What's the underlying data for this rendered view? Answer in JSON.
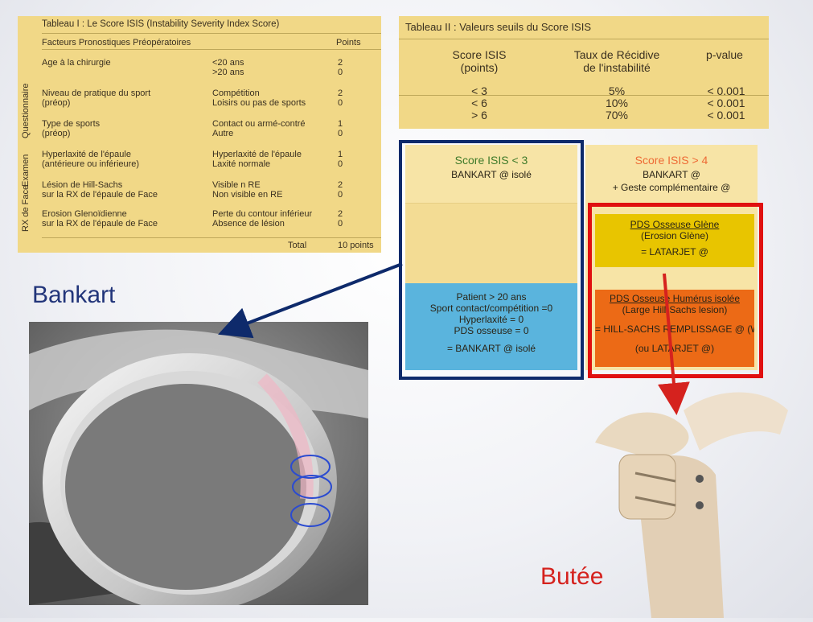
{
  "table1": {
    "title": "Tableau I : Le Score ISIS (Instability Severity Index Score)",
    "header_factor": "Facteurs Pronostiques Préopératoires",
    "header_points": "Points",
    "groups": [
      "Questionnaire",
      "Examen",
      "RX de Face"
    ],
    "rows": [
      {
        "factor": "Age à la chirurgie",
        "criteria": "<20 ans\n>20 ans",
        "points": "2\n0"
      },
      {
        "factor": "Niveau de pratique du sport\n(préop)",
        "criteria": "Compétition\nLoisirs ou pas de sports",
        "points": "2\n0"
      },
      {
        "factor": "Type de sports\n(préop)",
        "criteria": "Contact ou armé-contré\nAutre",
        "points": "1\n0"
      },
      {
        "factor": "Hyperlaxité de l'épaule\n(antérieure ou inférieure)",
        "criteria": "Hyperlaxité de l'épaule\nLaxité normale",
        "points": "1\n0"
      },
      {
        "factor": "Lésion de Hill-Sachs\nsur la RX de l'épaule de Face",
        "criteria": "Visible n RE\nNon visible en RE",
        "points": "2\n0"
      },
      {
        "factor": "Erosion Glenoïdienne\nsur la RX de l'épaule de Face",
        "criteria": "Perte du contour inférieur\nAbsence de lésion",
        "points": "2\n0"
      }
    ],
    "total_label": "Total",
    "total_value": "10 points"
  },
  "table2": {
    "title": "Tableau II : Valeurs seuils du Score ISIS",
    "headers": [
      "Score ISIS\n(points)",
      "Taux de Récidive\nde l'instabilité",
      "p-value"
    ],
    "rows": [
      [
        "< 3",
        "5%",
        "< 0.001"
      ],
      [
        "< 6",
        "10%",
        "< 0.001"
      ],
      [
        "> 6",
        "70%",
        "< 0.001"
      ]
    ]
  },
  "algorithm": {
    "left": {
      "title": "Score ISIS < 3",
      "subtitle": "BANKART @ isolé",
      "criteria": [
        "Patient > 20 ans",
        "Sport contact/compétition =0",
        "Hyperlaxité = 0",
        "PDS osseuse = 0"
      ],
      "result": "= BANKART @ isolé"
    },
    "right": {
      "title": "Score ISIS > 4",
      "subtitle": "BANKART @",
      "subtitle2": "+ Geste complémentaire @",
      "glene_title": "PDS Osseuse Glène",
      "glene_sub": "(Erosion Glène)",
      "glene_result": "= LATARJET @",
      "humerus_title": "PDS Osseuse Humérus isolée",
      "humerus_sub": "(Large Hill-Sachs lesion)",
      "humerus_result": "= HILL-SACHS REMPLISSAGE @ (Wol",
      "humerus_alt": "(ou LATARJET @)"
    }
  },
  "labels": {
    "bankart": "Bankart",
    "butee": "Butée"
  },
  "colors": {
    "navy": "#0e2a6b",
    "red": "#e01010",
    "table_bg": "#f1d887",
    "green_title": "#3f7a2a",
    "orange_title": "#ee6a35"
  }
}
